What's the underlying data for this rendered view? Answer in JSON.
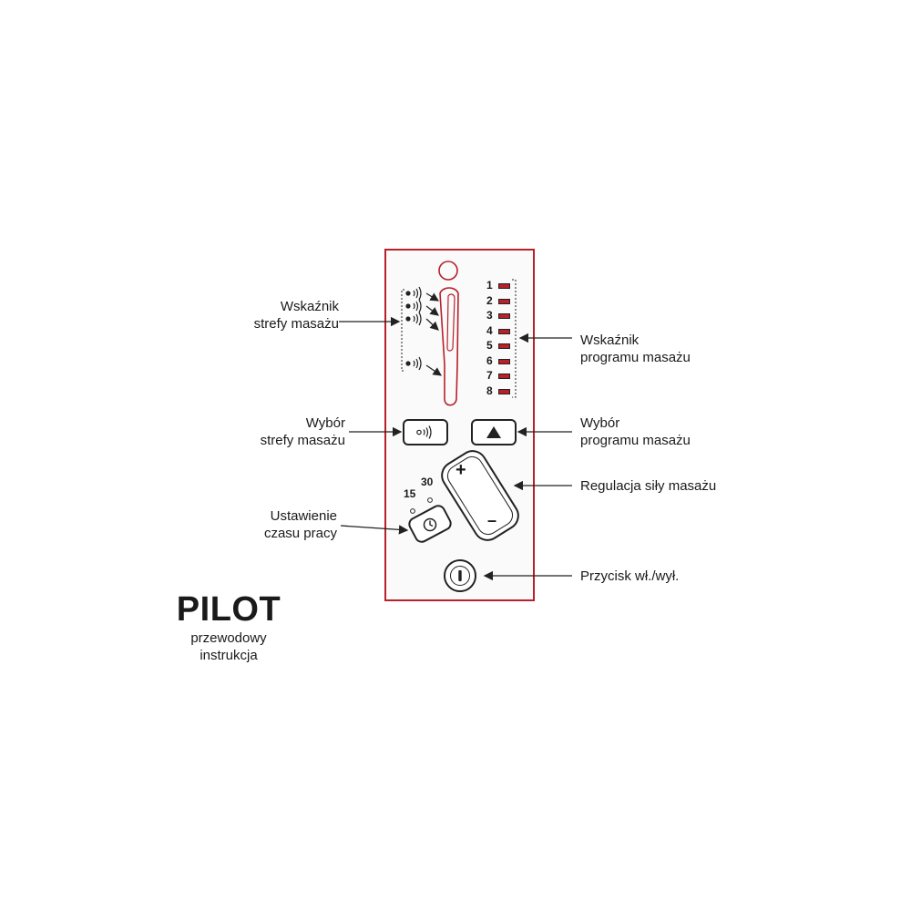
{
  "title": "PILOT",
  "subtitle": [
    "przewodowy",
    "instrukcja"
  ],
  "labels": {
    "zone_indicator": "Wskaźnik\nstrefy masażu",
    "program_indicator": "Wskaźnik\nprogramu masażu",
    "zone_select": "Wybór\nstrefy masażu",
    "program_select": "Wybór\nprogramu masażu",
    "intensity": "Regulacja siły masażu",
    "timer": "Ustawienie\nczasu pracy",
    "power": "Przycisk wł./wył."
  },
  "program_numbers": [
    "1",
    "2",
    "3",
    "4",
    "5",
    "6",
    "7",
    "8"
  ],
  "timer_values": [
    "15",
    "30"
  ],
  "intensity_signs": {
    "plus": "+",
    "minus": "–"
  },
  "colors": {
    "accent": "#b8202a",
    "ink": "#222222"
  },
  "icons": {
    "zone_button": "vibration-waves-icon",
    "program_button": "triangle-up-icon",
    "timer_button": "clock-icon",
    "power_button": "power-icon"
  }
}
